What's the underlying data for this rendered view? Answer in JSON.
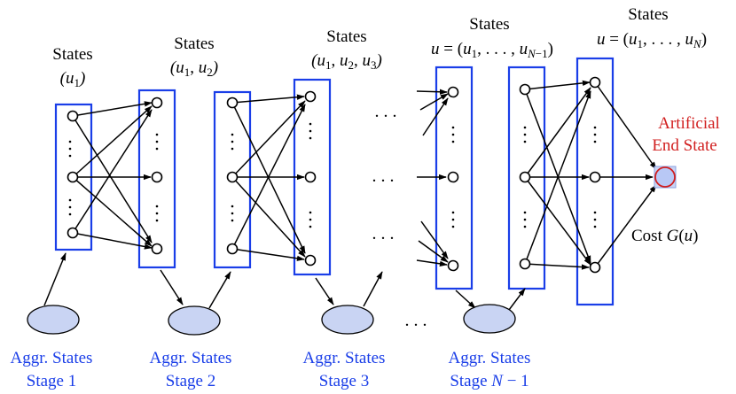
{
  "colors": {
    "box_stroke": "#1a3ee8",
    "blue_text": "#1a3ee8",
    "red_text": "#d11f1f",
    "node_fill": "#c9d4f3",
    "end_state_fill": "#b8c8f5",
    "end_state_stroke": "#d11f1f",
    "ink": "#000000"
  },
  "icons": {
    "state_node": "circle",
    "aggregate_state": "ellipse",
    "end_state": "circle"
  },
  "stages": [
    {
      "title": "States",
      "tuple": "(u1)",
      "agg_line1": "Aggr. States",
      "agg_line2": "Stage 1"
    },
    {
      "title": "States",
      "tuple": "(u1, u2)",
      "agg_line1": "Aggr. States",
      "agg_line2": "Stage 2"
    },
    {
      "title": "States",
      "tuple": "(u1, u2, u3)",
      "agg_line1": "Aggr. States",
      "agg_line2": "Stage 3"
    },
    {
      "title": "States",
      "tuple": "u = (u1, . . . , uN−1)",
      "agg_line1": "Aggr. States",
      "agg_line2": "Stage N − 1"
    },
    {
      "title": "States",
      "tuple": "u = (u1, . . . , uN)"
    }
  ],
  "end_state": {
    "line1": "Artificial",
    "line2": "End State"
  },
  "cost_label": "Cost G(u)",
  "ellipsis": ". . ."
}
